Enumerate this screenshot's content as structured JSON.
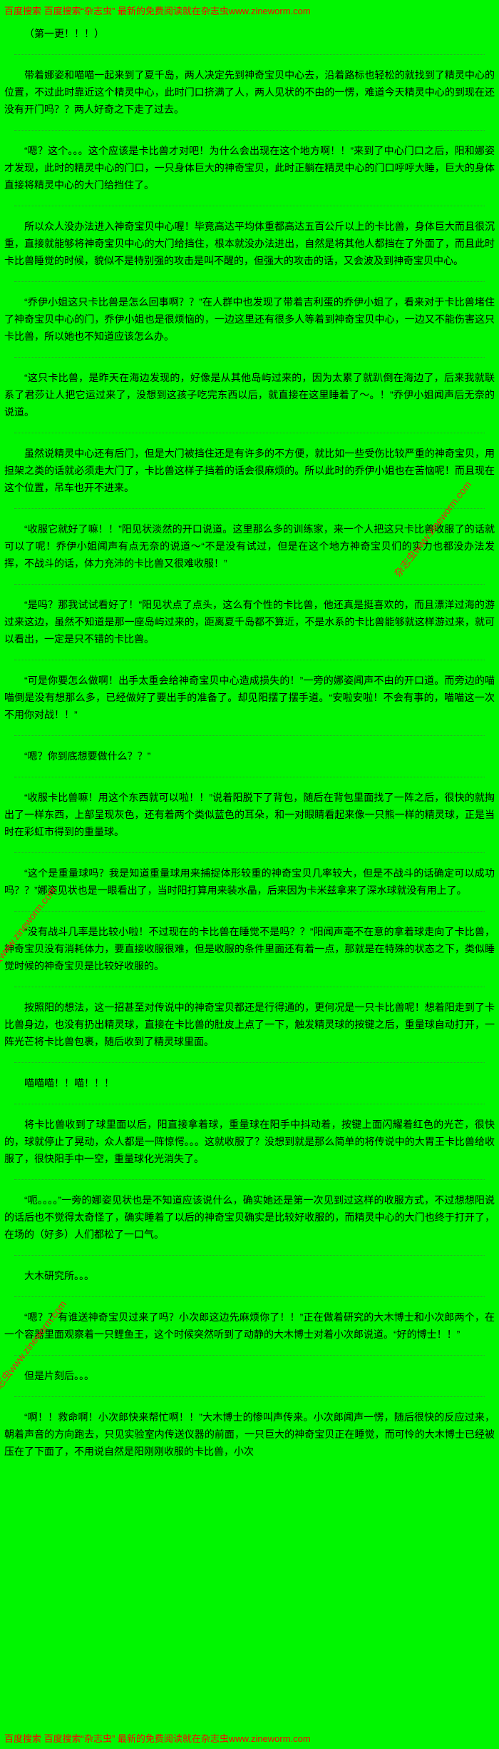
{
  "page": {
    "background_color": "#00f600",
    "text_color": "#000000",
    "accent_red": "#ff0000",
    "header_text": "百度搜索 百度搜索“杂志虫” 最新的免费阅读就在杂志虫www.zineworm.com",
    "footer_text": "百度搜索 百度搜索“杂志虫” 最新的免费阅读就在杂志虫www.zineworm.com",
    "watermark_text": "杂志虫www.zineworm.com"
  },
  "content": {
    "paragraphs": [
      "（第一更！！！）",
      "带着娜姿和喵喵一起来到了夏千岛，两人决定先到神奇宝贝中心去，沿着路标也轻松的就找到了精灵中心的位置，不过此时靠近这个精灵中心，此时门口挤满了人，两人见状的不由的一愣，难道今天精灵中心的到现在还没有开门吗？？两人好奇之下走了过去。",
      "“嗯？这个。。。这个应该是卡比兽才对吧！为什么会出现在这个地方啊！！”来到了中心门口之后，阳和娜姿才发现，此时的精灵中心的门口，一只身体巨大的神奇宝贝，此时正躺在精灵中心的门口呼呼大睡，巨大的身体直接将精灵中心的大门给挡住了。",
      "所以众人没办法进入神奇宝贝中心喔！毕竟高达平均体重都高达五百公斤以上的卡比兽，身体巨大而且很沉重，直接就能够将神奇宝贝中心的大门给挡住，根本就没办法进出，自然是将其他人都挡在了外面了，而且此时卡比兽睡觉的时候，貌似不是特别强的攻击是叫不醒的，但强大的攻击的话，又会波及到神奇宝贝中心。",
      "“乔伊小姐这只卡比兽是怎么回事啊？？”在人群中也发现了带着吉利蛋的乔伊小姐了，看来对于卡比兽堵住了神奇宝贝中心的门，乔伊小姐也是很烦恼的，一边这里还有很多人等着到神奇宝贝中心，一边又不能伤害这只卡比兽，所以她也不知道应该怎么办。",
      "“这只卡比兽，是昨天在海边发现的，好像是从其他岛屿过来的，因为太累了就趴倒在海边了，后来我就联系了君莎让人把它运过来了，没想到这孩子吃完东西以后，就直接在这里睡着了～。！”乔伊小姐闻声后无奈的说道。",
      "虽然说精灵中心还有后门，但是大门被挡住还是有许多的不方便，就比如一些受伤比较严重的神奇宝贝，用担架之类的话就必须走大门了，卡比兽这样子挡着的话会很麻烦的。所以此时的乔伊小姐也在苦恼呢！而且现在这个位置，吊车也开不进来。",
      "“收服它就好了嘛！！”阳见状淡然的开口说道。这里那么多的训练家，来一个人把这只卡比兽收服了的话就可以了呢！乔伊小姐闻声有点无奈的说道～“不是没有试过，但是在这个地方神奇宝贝们的实力也都没办法发挥，不战斗的话，体力充沛的卡比兽又很难收服！”",
      "“是吗？那我试试看好了！”阳见状点了点头，这么有个性的卡比兽，他还真是挺喜欢的，而且漂洋过海的游过来这边，虽然不知道是那一座岛屿过来的，距离夏千岛都不算近，不是水系的卡比兽能够就这样游过来，就可以看出，一定是只不错的卡比兽。",
      "“可是你要怎么做啊！出手太重会给神奇宝贝中心造成损失的！”一旁的娜姿闻声不由的开口道。而旁边的喵喵倒是没有想那么多，已经做好了要出手的准备了。却见阳摆了摆手道。“安啦安啦！不会有事的，喵喵这一次不用你对战！！”",
      "“嗯？你到底想要做什么？？”",
      "“收服卡比兽嘛！用这个东西就可以啦！！”说着阳脱下了背包，随后在背包里面找了一阵之后，很快的就掏出了一样东西，上部呈现灰色，还有着两个类似蓝色的耳朵，和一对眼睛看起来像一只熊一样的精灵球，正是当时在彩虹市得到的重量球。",
      "“这个是重量球吗？我是知道重量球用来捕捉体形较重的神奇宝贝几率较大，但是不战斗的话确定可以成功吗？？”娜姿见状也是一眼看出了，当时阳打算用来装水晶，后来因为卡米兹拿来了深水球就没有用上了。",
      "“没有战斗几率是比较小啦！不过现在的卡比兽在睡觉不是吗？？”阳闻声毫不在意的拿着球走向了卡比兽，神奇宝贝没有消耗体力，要直接收服很难，但是收服的条件里面还有着一点，那就是在特殊的状态之下，类似睡觉时候的神奇宝贝是比较好收服的。",
      "按照阳的想法，这一招甚至对传说中的神奇宝贝都还是行得通的，更何况是一只卡比兽呢！想着阳走到了卡比兽身边，也没有扔出精灵球，直接在卡比兽的肚皮上点了一下，触发精灵球的按键之后，重量球自动打开，一阵光芒将卡比兽包裹，随后收到了精灵球里面。",
      "喵喵喵！！喵！！！",
      "将卡比兽收到了球里面以后，阳直接拿着球，重量球在阳手中抖动着，按键上面闪耀着红色的光芒，很快的，球就停止了晃动，众人都是一阵惊愕。。。这就收服了？没想到就是那么简单的将传说中的大胃王卡比兽给收服了，很快阳手中一空，重量球化光消失了。",
      "“呃。。。。”一旁的娜姿见状也是不知道应该说什么，确实她还是第一次见到过这样的收服方式，不过想想阳说的话后也不觉得太奇怪了，确实睡着了以后的神奇宝贝确实是比较好收服的，而精灵中心的大门也终于打开了，在场的（好多）人们都松了一口气。",
      "大木研究所。。。",
      "“嗯？？有谁送神奇宝贝过来了吗？小次郎这边先麻烦你了！！”正在做着研究的大木博士和小次郎两个，在一个容器里面观察着一只鲤鱼王，这个时候突然听到了动静的大木博士对着小次郎说道。“好的博士！！”",
      "但是片刻后。。。",
      "“啊！！救命啊！小次郎快来帮忙啊！！”大木博士的惨叫声传来。小次郎闻声一愣，随后很快的反应过来，朝着声音的方向跑去，只见实验室内传送仪器的前面，一只巨大的神奇宝贝正在睡觉，而可怜的大木博士已经被压在了下面了，不用说自然是阳刚刚收服的卡比兽，小次"
    ]
  }
}
